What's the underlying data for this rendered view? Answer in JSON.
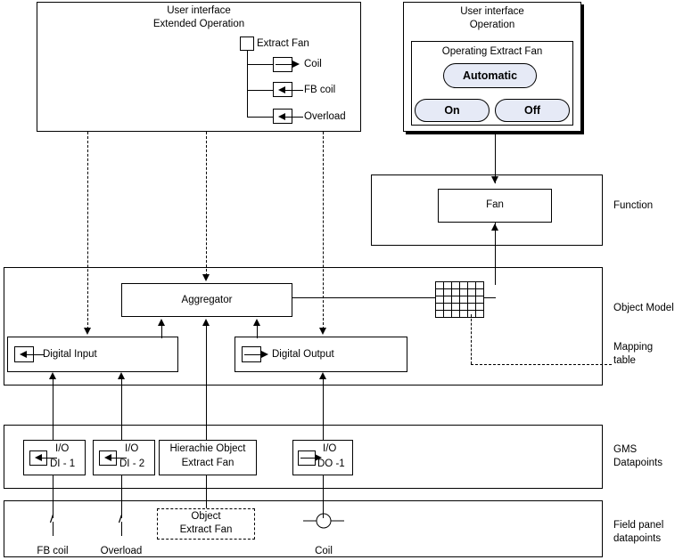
{
  "panels": {
    "ui_extended": {
      "title_line1": "User interface",
      "title_line2": "Extended Operation",
      "tree": {
        "root_label": "Extract Fan",
        "children": [
          {
            "label": "Coil",
            "icon": "output-arrow-icon"
          },
          {
            "label": "FB coil",
            "icon": "input-arrow-icon"
          },
          {
            "label": "Overload",
            "icon": "input-arrow-icon"
          }
        ]
      }
    },
    "ui_operation": {
      "title_line1": "User interface",
      "title_line2": "Operation",
      "group_label": "Operating Extract Fan",
      "buttons": [
        {
          "label": "Automatic",
          "name": "automatic-button"
        },
        {
          "label": "On",
          "name": "on-button"
        },
        {
          "label": "Off",
          "name": "off-button"
        }
      ]
    }
  },
  "layers": {
    "function": {
      "side_label": "Function",
      "blocks": [
        {
          "label": "Fan"
        }
      ]
    },
    "object_model": {
      "side_label": "Object Model",
      "mapping_label": "Mapping\ntable",
      "blocks": [
        {
          "label": "Aggregator"
        },
        {
          "label": "Digital Input",
          "icon": "input-arrow-icon"
        },
        {
          "label": "Digital Output",
          "icon": "output-arrow-icon"
        }
      ],
      "grid": {
        "cols": 6,
        "rows": 5
      }
    },
    "gms": {
      "side_label": "GMS\nDatapoints",
      "blocks": [
        {
          "line1": "I/O",
          "line2": "DI - 1",
          "icon": "input-arrow-icon"
        },
        {
          "line1": "I/O",
          "line2": "DI - 2",
          "icon": "input-arrow-icon"
        },
        {
          "line1": "Hierachie Object",
          "line2": "Extract Fan",
          "icon": "none"
        },
        {
          "line1": "I/O",
          "line2": "DO -1",
          "icon": "output-arrow-icon"
        }
      ]
    },
    "field_panel": {
      "side_label": "Field panel\ndatapoints",
      "items": [
        {
          "label": "FB coil",
          "symbol": "switch-contact-icon"
        },
        {
          "label": "Overload",
          "symbol": "switch-contact-icon"
        },
        {
          "label": "Object\nExtract Fan",
          "symbol": "dashed-box"
        },
        {
          "label": "Coil",
          "symbol": "coil-circle-icon"
        }
      ]
    }
  },
  "colors": {
    "stroke": "#000000",
    "background": "#ffffff",
    "button_fill": "#e6eaf6"
  }
}
